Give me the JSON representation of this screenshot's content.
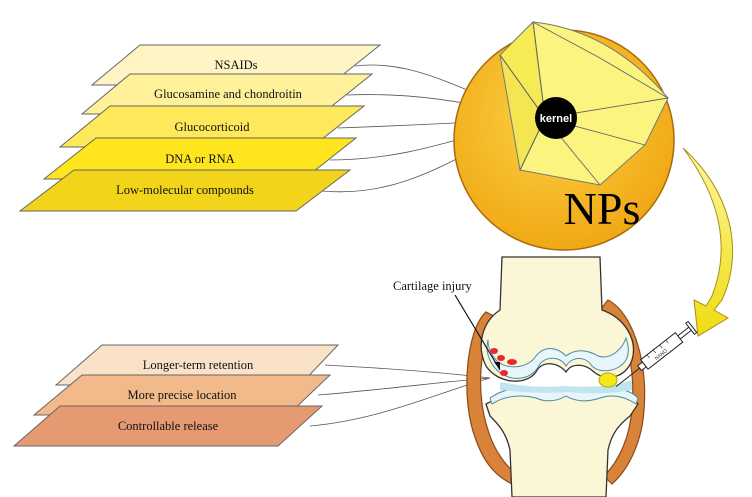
{
  "payloads": {
    "items": [
      {
        "label": "NSAIDs",
        "color": "#fff5c4"
      },
      {
        "label": "Glucosamine and chondroitin",
        "color": "#fff09a"
      },
      {
        "label": "Glucocorticoid",
        "color": "#ffe85a"
      },
      {
        "label": "DNA or RNA",
        "color": "#ffe51e"
      },
      {
        "label": "Low-molecular compounds",
        "color": "#f2d51a"
      }
    ]
  },
  "nanoparticle": {
    "label": "NPs",
    "kernel_label": "kernel",
    "shell_color": "#f6b819",
    "inner_color": "#fbf57f",
    "kernel_color": "#000000"
  },
  "benefits": {
    "items": [
      {
        "label": "Longer-term retention",
        "color": "#fae2c8"
      },
      {
        "label": "More precise location",
        "color": "#f2ba8a"
      },
      {
        "label": "Controllable release",
        "color": "#e59a72"
      }
    ]
  },
  "joint": {
    "annotation": "Cartilage injury",
    "syringe_label": "NANO",
    "capsule_color": "#d9823a",
    "injury_color": "#e8282e",
    "injected_np_color": "#f4e81a"
  },
  "arrow_color": "#f4e81a"
}
